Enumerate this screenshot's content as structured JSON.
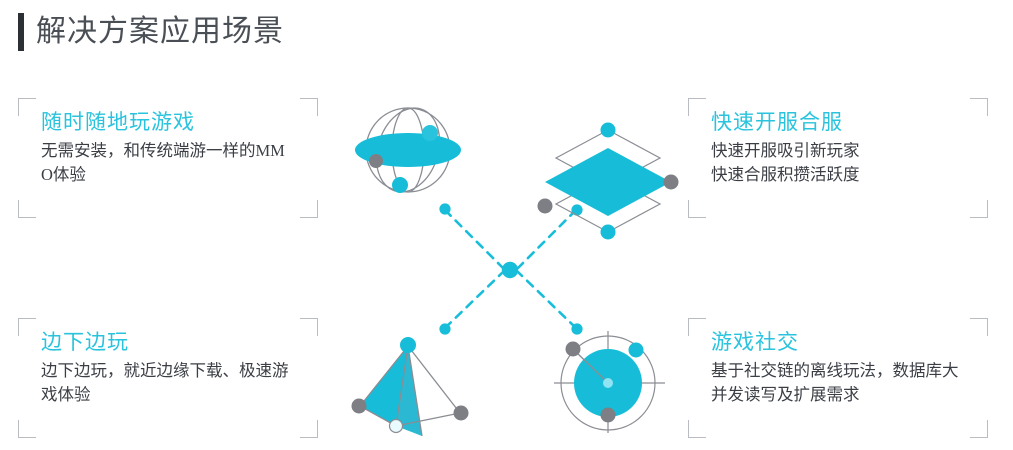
{
  "header": {
    "title": "解决方案应用场景",
    "accent_color": "#2b2f36"
  },
  "theme": {
    "accent_cyan": "#18bed9",
    "title_cyan": "#29c3dd",
    "body_text": "#3b3f45",
    "bracket_gray": "#b9bcc0",
    "icon_gray": "#7d7f85",
    "dot_gray": "#7d7f85",
    "background": "#ffffff"
  },
  "cards": [
    {
      "position": "top-left",
      "title": "随时随地玩游戏",
      "desc_lines": [
        "无需安装，和传统端游一样的MM",
        "O体验"
      ],
      "icon": "globe-orbit-icon"
    },
    {
      "position": "top-right",
      "title": "快速开服合服",
      "desc_lines": [
        "快速开服吸引新玩家",
        "快速合服积攒活跃度"
      ],
      "icon": "stacked-layers-icon"
    },
    {
      "position": "bottom-left",
      "title": "边下边玩",
      "desc_lines": [
        "边下边玩，就近边缘下载、极速游",
        "戏体验"
      ],
      "icon": "tetrahedron-icon"
    },
    {
      "position": "bottom-right",
      "title": "游戏社交",
      "desc_lines": [
        "基于社交链的离线玩法，数据库大",
        "并发读写及扩展需求"
      ],
      "icon": "radar-circle-icon"
    }
  ],
  "center_connector": {
    "name": "x-connector",
    "style": "dashed",
    "color": "#18bed9",
    "endpoint_count": 4,
    "has_center_node": true
  }
}
